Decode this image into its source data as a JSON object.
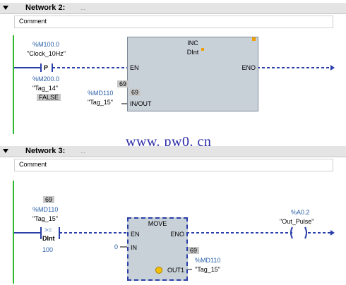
{
  "networks": [
    {
      "title": "Network 2:",
      "dots": "...",
      "comment": "Comment",
      "contact": {
        "address": "%M100.0",
        "tag": "\"Clock_10Hz\"",
        "symbol": "P",
        "edge_address": "%M200.0",
        "edge_tag": "\"Tag_14\"",
        "edge_state": "FALSE"
      },
      "block": {
        "name": "INC",
        "type": "DInt",
        "pin_en": "EN",
        "pin_eno": "ENO",
        "pin_inout": "IN/OUT",
        "inout_value": "69",
        "inout_value2": "69",
        "inout_address": "%MD110",
        "inout_tag": "\"Tag_15\""
      }
    },
    {
      "title": "Network 3:",
      "dots": "...",
      "comment": "Comment",
      "compare": {
        "value": "69",
        "address": "%MD110",
        "tag": "\"Tag_15\"",
        "op": ">=",
        "type": "DInt",
        "const": "100"
      },
      "block": {
        "name": "MOVE",
        "pin_en": "EN",
        "pin_eno": "ENO",
        "pin_in": "IN",
        "in_value": "0",
        "pin_out": "OUT1",
        "out_value": "69",
        "out_address": "%MD110",
        "out_tag": "\"Tag_15\""
      },
      "coil": {
        "address": "%A0.2",
        "tag": "\"Out_Pulse\""
      }
    }
  ],
  "watermark": "www. pw0. cn",
  "colors": {
    "rail": "#2eb82e",
    "wire": "#2a3fa8",
    "block": "#c8d0d8",
    "address": "#2a60a8"
  }
}
